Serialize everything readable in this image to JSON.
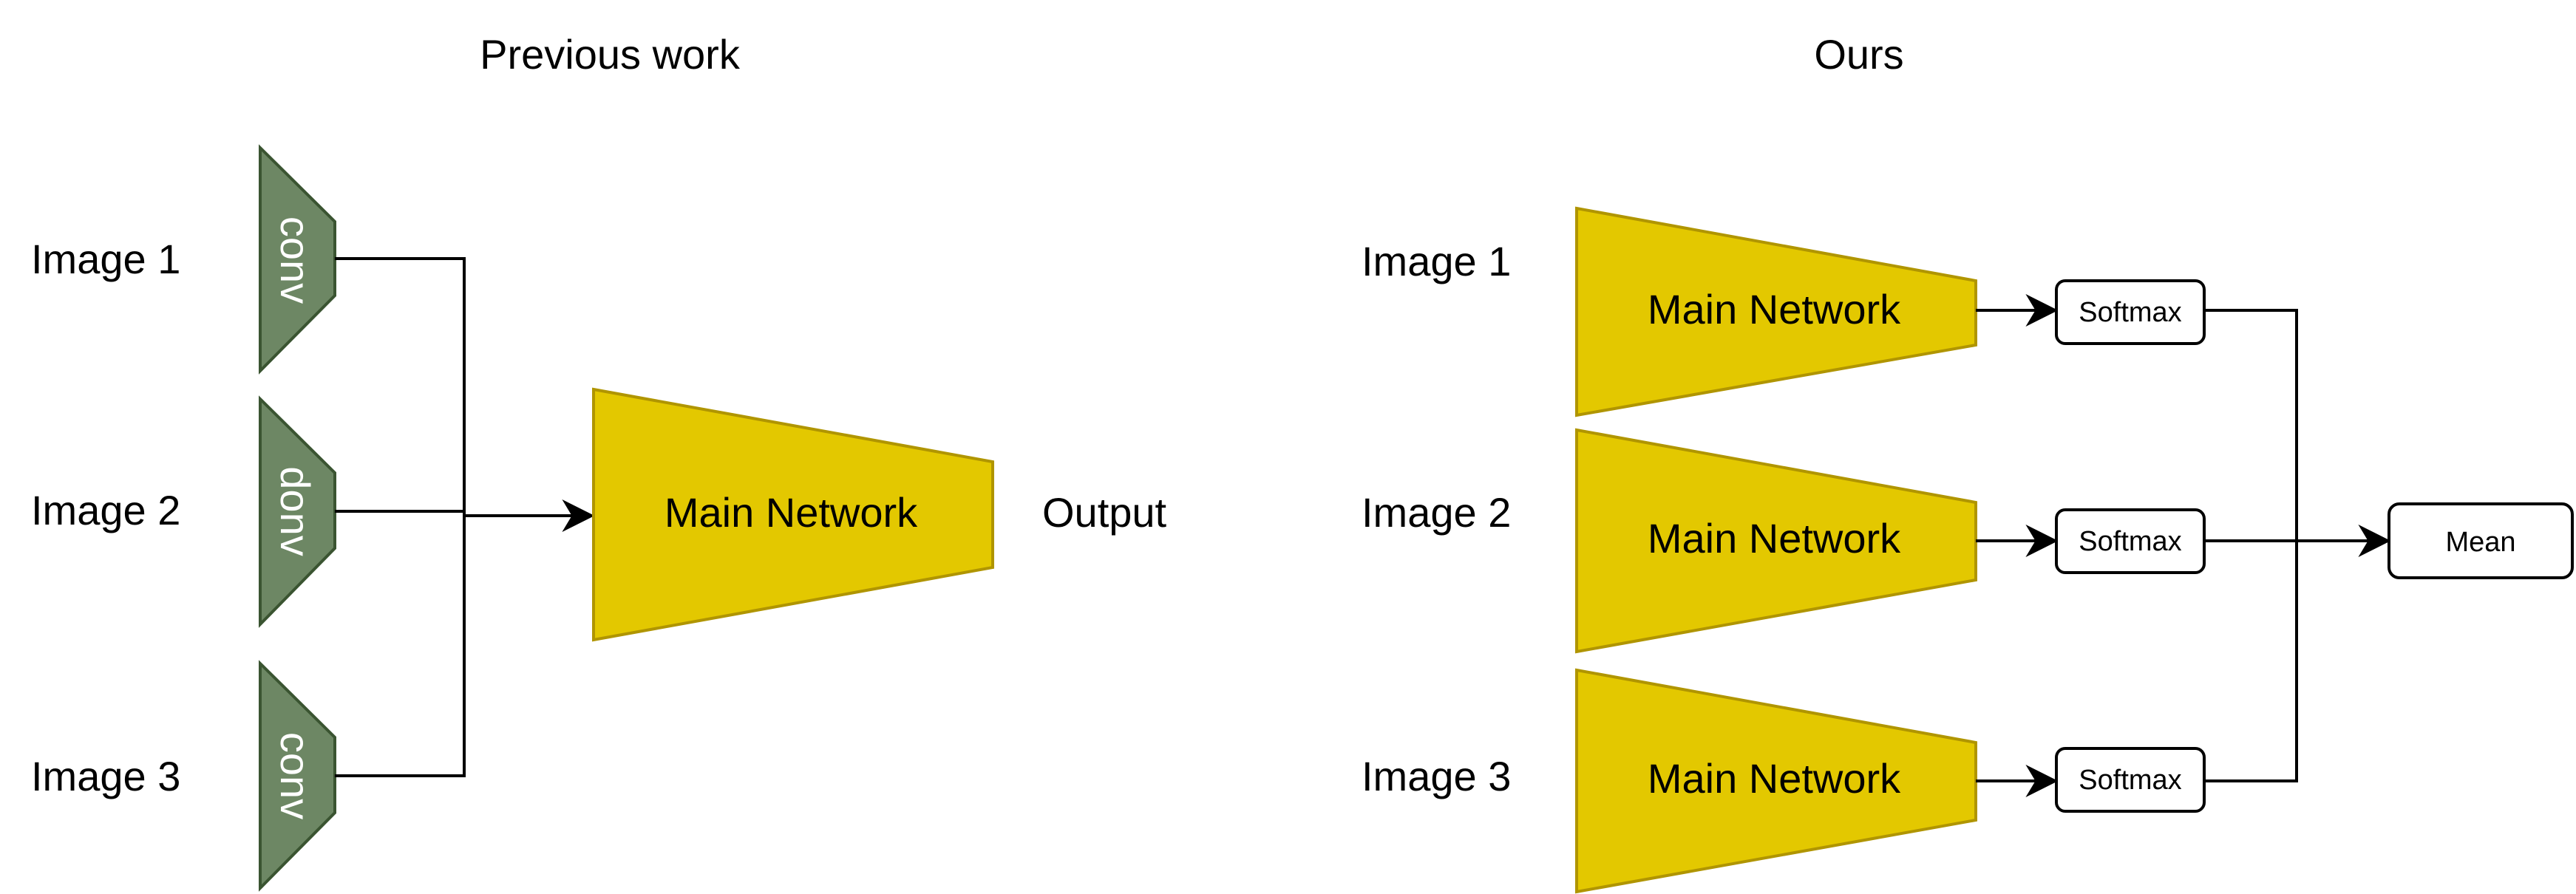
{
  "left": {
    "title": "Previous work",
    "images": [
      "Image 1",
      "Image 2",
      "Image 3"
    ],
    "conv_labels": [
      "conv",
      "donv",
      "conv"
    ],
    "network_label": "Main Network",
    "output_label": "Output"
  },
  "right": {
    "title": "Ours",
    "images": [
      "Image 1",
      "Image 2",
      "Image 3"
    ],
    "network_labels": [
      "Main Network",
      "Main Network",
      "Main Network"
    ],
    "softmax_labels": [
      "Softmax",
      "Softmax",
      "Softmax"
    ],
    "mean_label": "Mean"
  },
  "colors": {
    "conv_fill": "#6d8764",
    "conv_stroke": "#3a5431",
    "network_fill": "#e3c800",
    "network_stroke": "#b09500",
    "line": "#000000",
    "box_stroke": "#000000"
  }
}
